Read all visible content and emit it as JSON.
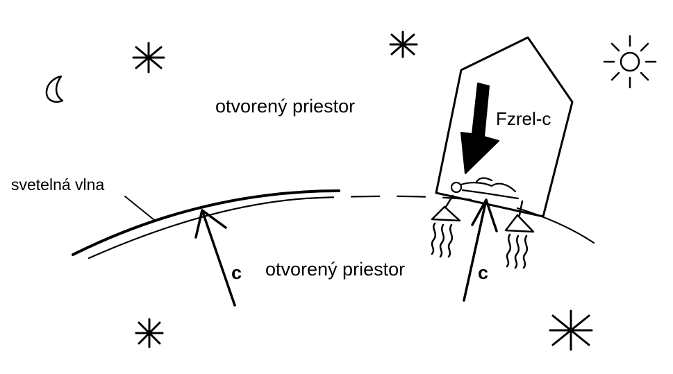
{
  "labels": {
    "open_space_top": "otvorený priestor",
    "open_space_bottom": "otvorený priestor",
    "light_wave": "svetelná vlna",
    "force": "Fzrel-c",
    "c_left": "c",
    "c_right": "c"
  },
  "icons": [
    "moon-icon",
    "star-icon",
    "sun-icon",
    "spaceship-icon",
    "thruster-icon",
    "person-icon"
  ],
  "colors": {
    "ink": "#000000",
    "background": "#ffffff"
  }
}
